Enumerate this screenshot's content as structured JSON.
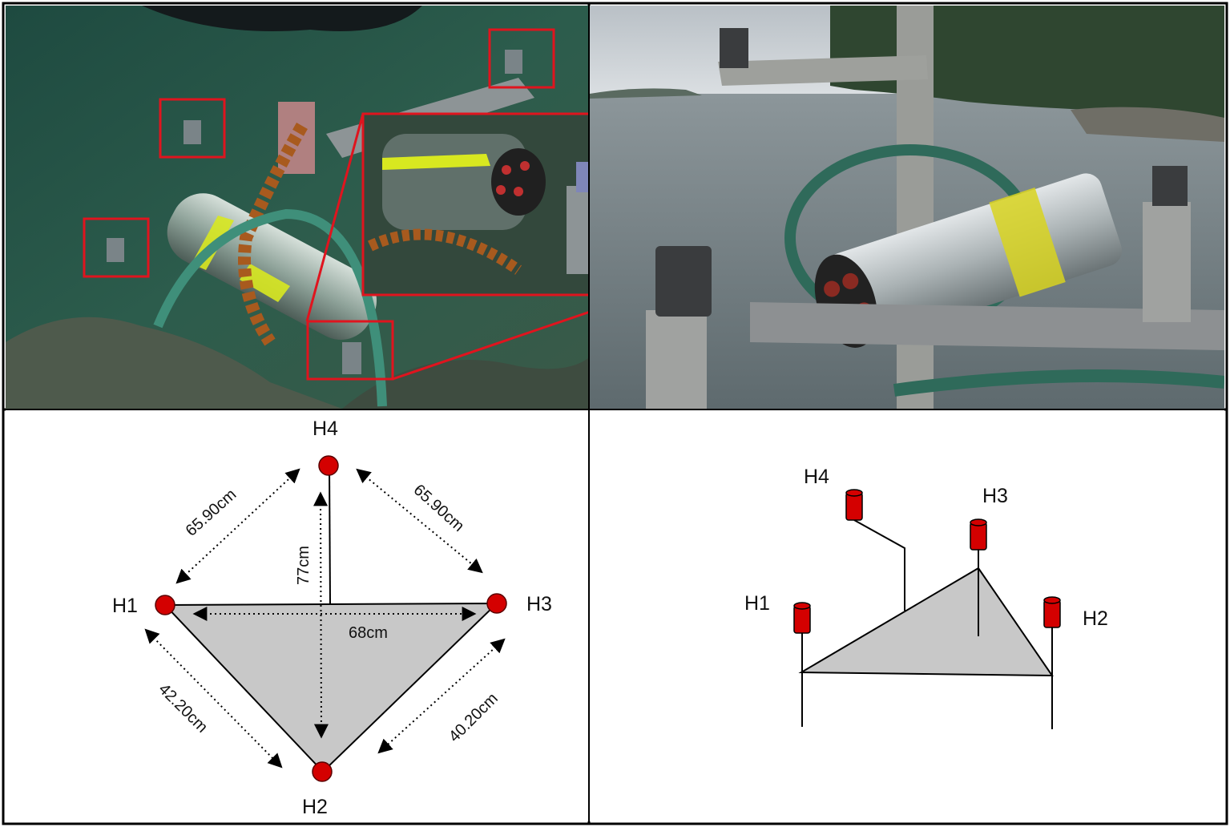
{
  "top_view": {
    "nodes": {
      "h1": "H1",
      "h2": "H2",
      "h3": "H3",
      "h4": "H4"
    },
    "distances": {
      "h1_h4": "65.90cm",
      "h4_h3": "65.90cm",
      "h4_center": "77cm",
      "h1_h3": "68cm",
      "h1_h2": "42.20cm",
      "h3_h2": "40.20cm"
    }
  },
  "iso_view": {
    "labels": {
      "h1": "H1",
      "h2": "H2",
      "h3": "H3",
      "h4": "H4"
    }
  },
  "colors": {
    "hydrophone": "#d40000",
    "triangle_fill": "#c8c8c8",
    "highlight_box": "#e0141e",
    "border": "#000000"
  }
}
